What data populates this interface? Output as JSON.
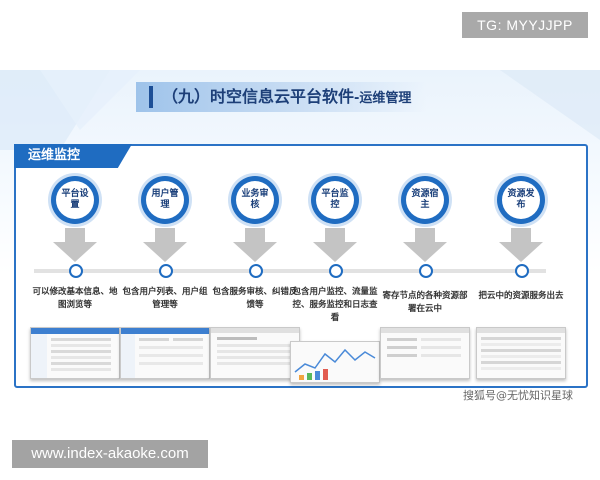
{
  "watermark_top": "TG: MYYJJPP",
  "watermark_bottom": "www.index-akaoke.com",
  "credit": "搜狐号@无忧知识星球",
  "title": {
    "main": "（九）时空信息云平台软件",
    "sub": "-运维管理"
  },
  "panel": {
    "label": "运维监控"
  },
  "colors": {
    "accent": "#1f6cc1",
    "title_text": "#1d3f78",
    "arrow": "#c4c4c4"
  },
  "steps": [
    {
      "circle": "平台设置",
      "desc": "可以修改基本信息、地图浏览等"
    },
    {
      "circle": "用户管理",
      "desc": "包含用户列表、用户组管理等"
    },
    {
      "circle": "业务审核",
      "desc": "包含服务审核、纠错反馈等"
    },
    {
      "circle": "平台监控",
      "desc": "包含用户监控、流量监控、服务监控和日志查看"
    },
    {
      "circle": "资源宿主",
      "desc": "寄存节点的各种资源部署在云中"
    },
    {
      "circle": "资源发布",
      "desc": "把云中的资源服务出去"
    }
  ]
}
